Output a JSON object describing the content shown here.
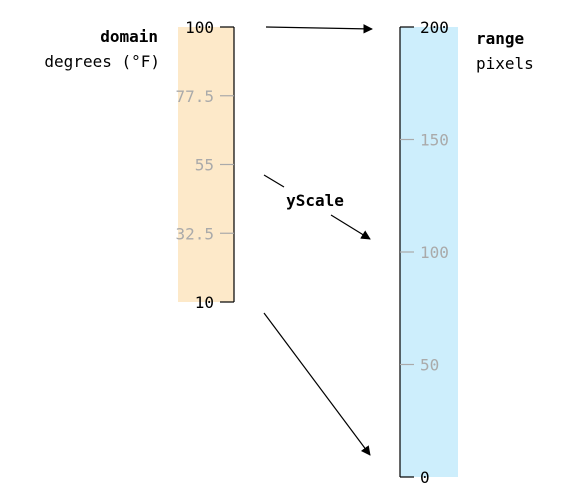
{
  "domain_axis": {
    "title": "domain",
    "subtitle": "degrees (°F)",
    "ticks": [
      {
        "label": "100",
        "value": 100,
        "major": true
      },
      {
        "label": "77.5",
        "value": 77.5,
        "major": false
      },
      {
        "label": "55",
        "value": 55,
        "major": false
      },
      {
        "label": "32.5",
        "value": 32.5,
        "major": false
      },
      {
        "label": "10",
        "value": 10,
        "major": true
      }
    ],
    "band_color": "#fde9c9"
  },
  "range_axis": {
    "title": "range",
    "subtitle": "pixels",
    "ticks": [
      {
        "label": "200",
        "value": 200,
        "major": true
      },
      {
        "label": "150",
        "value": 150,
        "major": false
      },
      {
        "label": "100",
        "value": 100,
        "major": false
      },
      {
        "label": "50",
        "value": 50,
        "major": false
      },
      {
        "label": "0",
        "value": 0,
        "major": true
      }
    ],
    "band_color": "#cdeefc"
  },
  "scale_label": "yScale",
  "colors": {
    "minor_tick": "#aaaaaa",
    "major_tick": "#000000",
    "arrow": "#000000"
  }
}
